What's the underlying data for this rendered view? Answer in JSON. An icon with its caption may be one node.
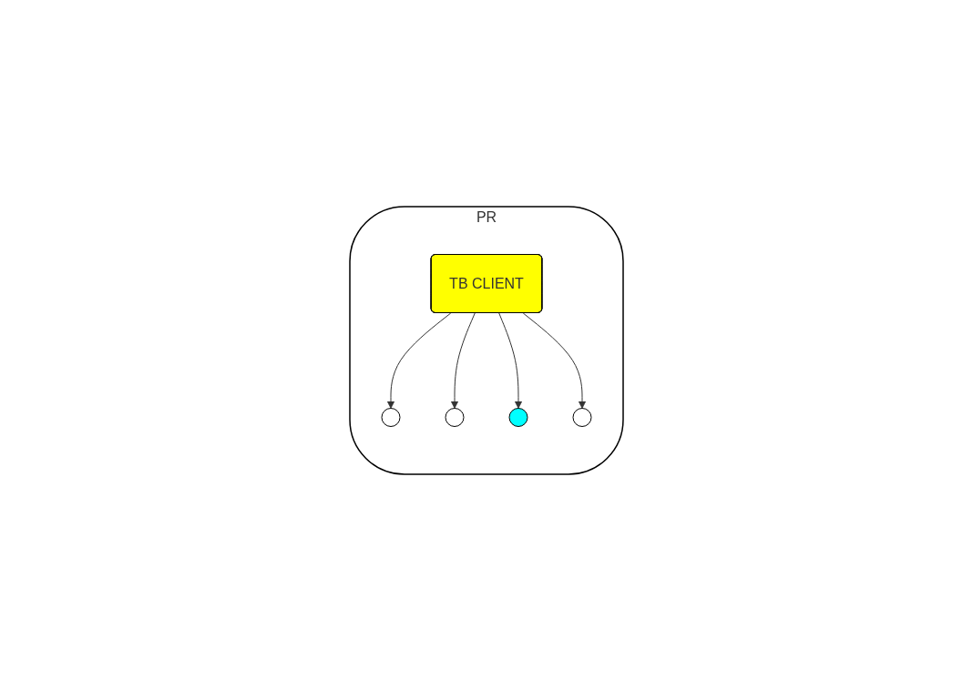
{
  "diagram": {
    "nodes": [
      {
        "text": [
          "PR"
        ]
      },
      {
        "text": [],
        "shape": "circle",
        "in": 0
      },
      {
        "text": [],
        "shape": "circle",
        "in": 0
      },
      {
        "text": [],
        "shape": "circle",
        "in": 0
      },
      {
        "text": [],
        "shape": "circle",
        "in": 0
      },
      {
        "text": [
          "TB CLIENT"
        ],
        "in": 0
      }
    ],
    "edges": [
      {
        "from": 5,
        "to": 1,
        "arrow": "to"
      },
      {
        "from": 5,
        "to": 2,
        "arrow": "to"
      },
      {
        "from": 5,
        "to": 3,
        "arrow": "to"
      },
      {
        "from": 5,
        "to": 4,
        "arrow": "to"
      }
    ]
  }
}
